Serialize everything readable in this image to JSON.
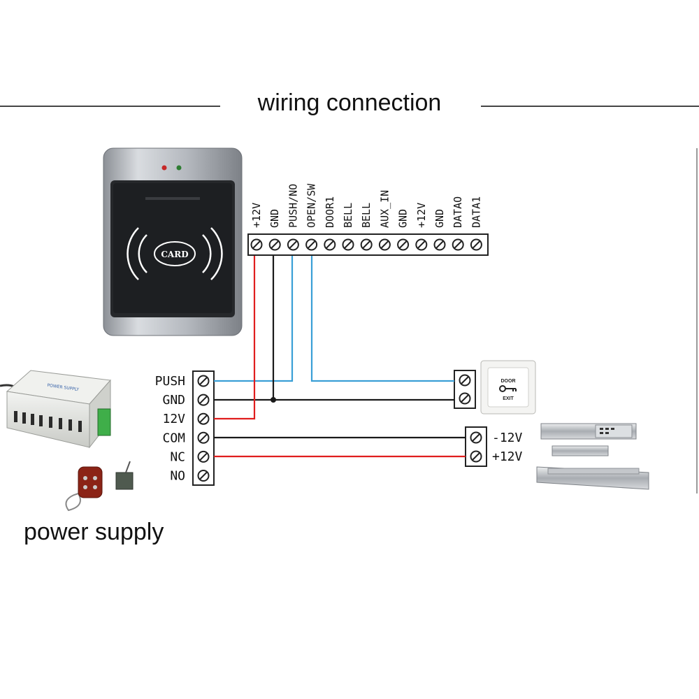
{
  "title": "wiring connection",
  "caption": "power supply",
  "reader": {
    "badge": "CARD",
    "terminals": [
      "+12V",
      "GND",
      "PUSH/NO",
      "OPEN/SW",
      "DOOR1",
      "BELL",
      "BELL",
      "AUX_IN",
      "GND",
      "+12V",
      "GND",
      "DATAO",
      "DATA1"
    ]
  },
  "power_block": {
    "terminals": [
      "PUSH",
      "GND",
      "12V",
      "COM",
      "NC",
      "NO"
    ]
  },
  "exit_button": {
    "label_top": "DOOR",
    "label_bottom": "EXIT"
  },
  "lock": {
    "terminals": [
      "-12V",
      "+12V"
    ]
  },
  "colors": {
    "red": "#e01e1e",
    "blue": "#3a9fd6",
    "black": "#1a1a1a",
    "lines": "#333333"
  }
}
